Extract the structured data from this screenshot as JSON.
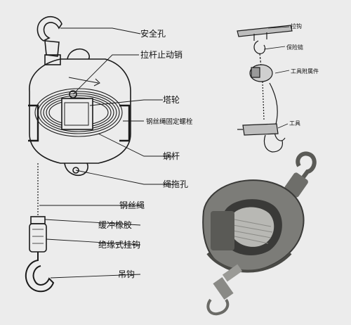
{
  "diagram": {
    "main_labels": {
      "safety_hole": "安全孔",
      "pull_rod_stop_pin": "拉杆止动销",
      "cone_wheel": "塔轮",
      "wire_rope_fixing_bolt": "钢丝绳固定螺栓",
      "worm": "蜗杆",
      "rope_guide_hole": "绳拖孔",
      "wire_rope": "钢丝绳",
      "buffer_rubber": "缓冲橡胶",
      "insulated_hook": "绝缘式挂钩",
      "hanging_hook": "吊钩"
    },
    "usage_labels": {
      "pull_hook": "拉钩",
      "safety_chain": "保险链",
      "tool_attachment": "工具附属件",
      "tool": "工具"
    }
  },
  "colors": {
    "background": "#ececec",
    "line": "#1a1a1a",
    "housing_photo": "#7c7c78",
    "housing_dark": "#3a3a38",
    "drum_photo": "#b8b8b4",
    "hook_photo": "#5a5a56"
  }
}
